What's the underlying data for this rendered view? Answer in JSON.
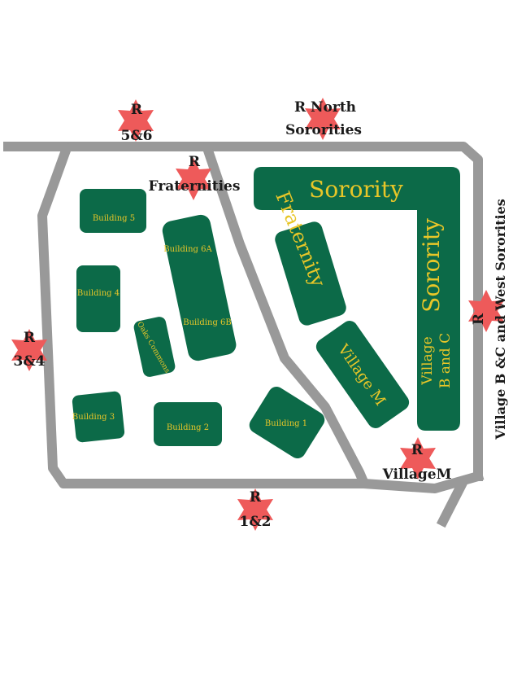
{
  "colors": {
    "road": "#999999",
    "building": "#0c6a48",
    "building_text": "#e8c628",
    "marker": "#ee5a5a",
    "marker_text": "#1a1a1a",
    "background": "#ffffff"
  },
  "buildings": {
    "building_5": "Building 5",
    "building_4": "Building 4",
    "building_6a": "Building 6A",
    "building_6b": "Building 6B",
    "oaks_commons": "Oaks Commons",
    "building_3": "Building 3",
    "building_2": "Building 2",
    "building_1": "Building 1",
    "sorority_top": "Sorority",
    "sorority_right": "Sorority",
    "fraternity": "Fraternity",
    "village_m": "Village M",
    "village_bc_line1": "Village",
    "village_bc_line2": "B and C"
  },
  "markers": {
    "r56": {
      "line1": "R",
      "line2": "5&6"
    },
    "r_north": {
      "line1": "R North",
      "line2": "Sororities"
    },
    "r_frat": {
      "line1": "R",
      "line2": "Fraternities"
    },
    "r34": {
      "line1": "R",
      "line2": "3&4"
    },
    "r_village_bc": {
      "line1": "R",
      "line2": "Village B &C and West Sororities"
    },
    "r_village_m": {
      "line1": "R",
      "line2": "VillageM"
    },
    "r12": {
      "line1": "R",
      "line2": "1&2"
    }
  }
}
